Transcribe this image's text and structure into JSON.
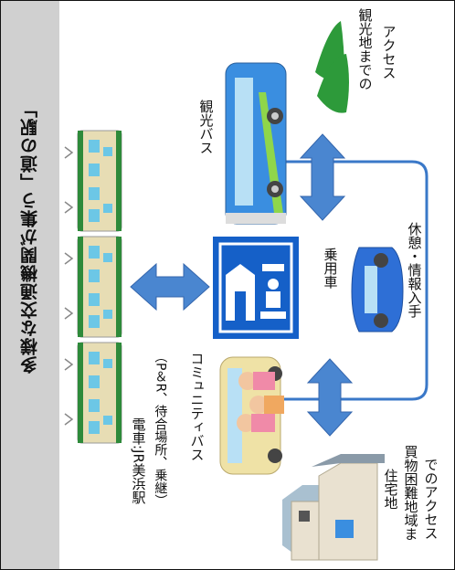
{
  "title": "多様な交通機関が集う「道の駅」",
  "labels": {
    "train": "電車:JR美浜駅",
    "train_sub": "（P＆R、待合場所、乗継）",
    "community_bus": "コミュニティバス",
    "tour_bus": "観光バス",
    "car": "乗用車",
    "car_sub": "休憩・情報入手",
    "sightseeing_1": "観光地までの",
    "sightseeing_2": "アクセス",
    "residential": "住宅地",
    "residential_sub_1": "買物困難地域ま",
    "residential_sub_2": "でのアクセス"
  },
  "colors": {
    "side_bar": "#d0d0d0",
    "arrow": "#4a86d0",
    "sign": "#1560c8",
    "bus": "#3a8ee0",
    "car": "#2e6fd6",
    "train_stripe": "#2e8a3a",
    "mountain": "#2d9a3a"
  }
}
